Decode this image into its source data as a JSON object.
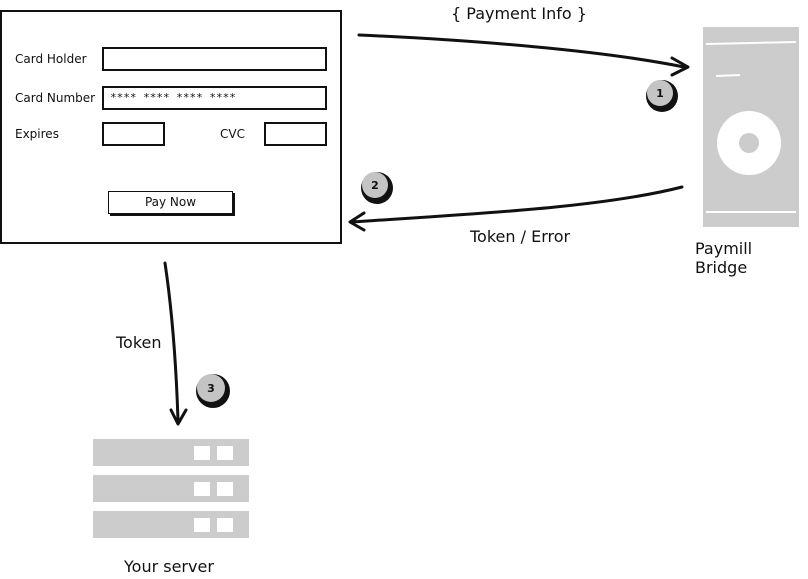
{
  "form": {
    "card_holder_label": "Card Holder",
    "card_number_label": "Card Number",
    "card_number_value": "**** **** **** ****",
    "expires_label": "Expires",
    "cvc_label": "CVC",
    "pay_button_label": "Pay Now"
  },
  "arrows": {
    "payment_info_label": "{ Payment Info }",
    "token_error_label": "Token / Error",
    "token_label": "Token"
  },
  "steps": [
    "1",
    "2",
    "3"
  ],
  "nodes": {
    "bridge_label": "Paymill Bridge",
    "server_label": "Your server"
  },
  "colors": {
    "line": "#111111",
    "gray_fill": "#cccccc",
    "badge_fill": "#c4c4c4"
  }
}
